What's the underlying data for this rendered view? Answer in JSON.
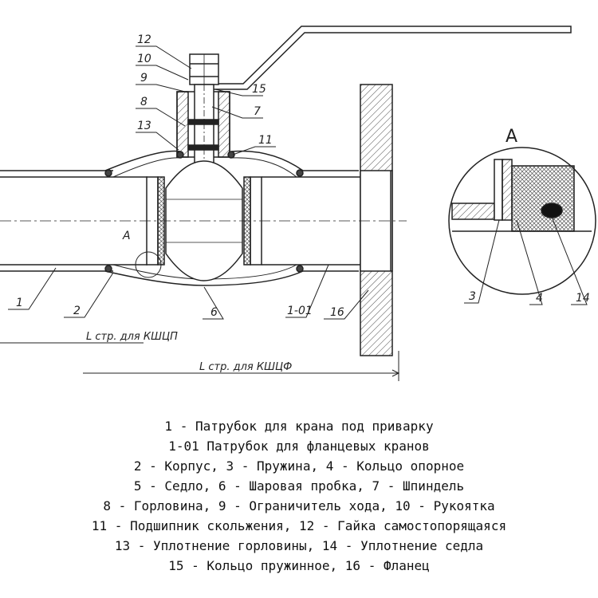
{
  "diagram": {
    "callouts": [
      "12",
      "10",
      "9",
      "15",
      "8",
      "7",
      "13",
      "11",
      "A",
      "1",
      "2",
      "6",
      "1-01",
      "16"
    ],
    "detail": {
      "title": "A",
      "callouts": [
        "3",
        "4",
        "14"
      ]
    },
    "dimensions": [
      "L стр. для КШЦП",
      "L стр. для КШЦФ"
    ]
  },
  "legend": [
    "1 - Патрубок для крана под приварку",
    "1-01 Патрубок для фланцевых кранов",
    "2 - Корпус, 3 - Пружина, 4 - Кольцо опорное",
    "5 - Седло, 6 - Шаровая пробка, 7 - Шпиндель",
    "8 - Горловина, 9 - Ограничитель хода, 10 - Рукоятка",
    "11 - Подшипник скольжения, 12 - Гайка самостопорящаяся",
    "13 - Уплотнение горловины, 14 - Уплотнение седла",
    "15 - Кольцо пружинное, 16 - Фланец"
  ]
}
